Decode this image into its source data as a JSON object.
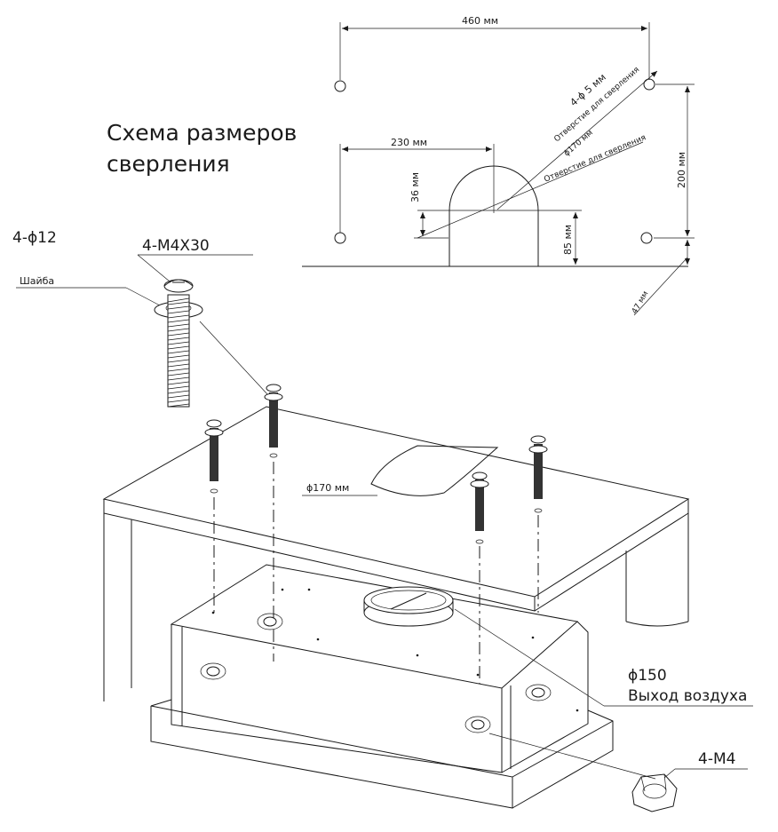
{
  "title_line1": "Схема размеров",
  "title_line2": "сверления",
  "dims": {
    "d460": "460 мм",
    "d230": "230 мм",
    "d36": "36 мм",
    "d85": "85 мм",
    "d200": "200 мм",
    "d47": "47 мм",
    "hole_count_d5": "4-ϕ 5 мм",
    "hole_note_1": "Отверстие для сверления",
    "d170_small": "ϕ170 мм",
    "hole_note_2": "Отверстие для сверления"
  },
  "parts": {
    "washer_count": "4-ϕ12",
    "screw": "4-M4X30",
    "washer": "Шайба",
    "cutout": "ϕ170 мм",
    "outlet_diameter": "ϕ150",
    "outlet": "Выход воздуха",
    "nut": "4-M4"
  }
}
